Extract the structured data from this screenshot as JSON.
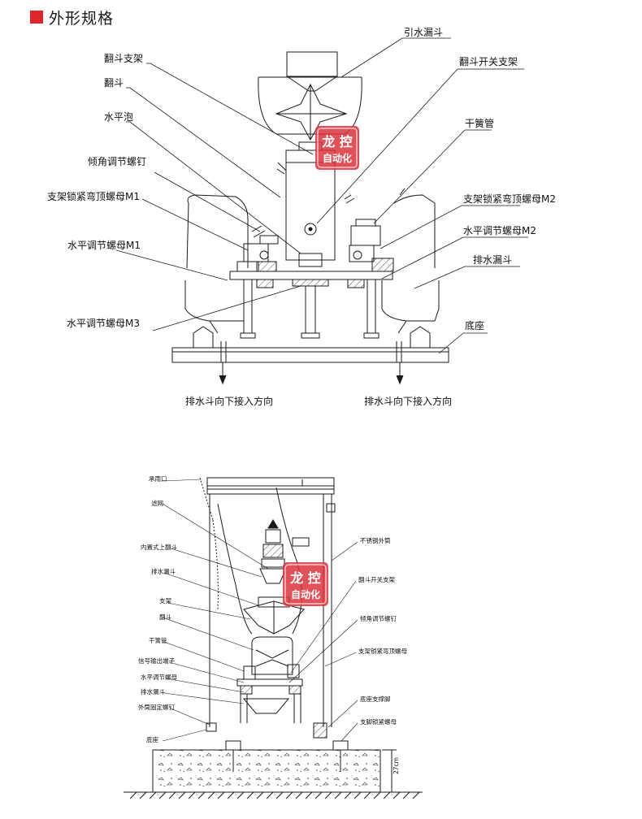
{
  "section_title": "外形规格",
  "diagram1": {
    "labels": {
      "drain_funnel": "引水漏斗",
      "tipping_bucket_frame": "翻斗支架",
      "bucket_switch_bracket": "翻斗开关支架",
      "tipping_bucket": "翻斗",
      "level_bubble": "水平泡",
      "dry_reed_tube": "干簧管",
      "angle_screw": "倾角调节螺钉",
      "frame_lock_nut_m1": "支架锁紧弯顶螺母M1",
      "frame_lock_nut_m2": "支架锁紧弯顶螺母M2",
      "level_nut_m1": "水平调节螺母M1",
      "level_nut_m2": "水平调节螺母M2",
      "drain_funnel_lower": "排水漏斗",
      "level_nut_m3": "水平调节螺母M3",
      "base": "底座",
      "outlet_left": "排水斗向下接入方向",
      "outlet_right": "排水斗向下接入方向"
    },
    "watermark": {
      "line1": "龙 控",
      "line2": "自动化"
    }
  },
  "diagram2": {
    "labels": {
      "rain_ring": "承雨口",
      "filter": "滤网",
      "bucket_upper": "内置式上翻斗",
      "drain_funnel": "排水漏斗",
      "bracket": "支架",
      "tipping_bucket": "翻斗",
      "dry_reed": "干簧管",
      "signal_terminal": "信号输出端子",
      "level_nut": "水平调节螺母",
      "drain_bucket": "排水漏斗",
      "anchor_bolt": "外筒固定螺钉",
      "base": "底座",
      "outer_tube": "不锈钢外筒",
      "switch_bracket": "翻斗开关支架",
      "angle_screw": "倾角调节螺钉",
      "frame_lock": "支架锁紧弯顶螺母",
      "base_fixing": "底座支撑脚",
      "foot_screw": "支脚锁紧螺母",
      "dim": "27cm"
    },
    "watermark": {
      "line1": "龙 控",
      "line2": "自动化"
    }
  },
  "colors": {
    "accent": "#e0262b",
    "line": "#1a1a1a",
    "watermark": "#d9343c"
  }
}
